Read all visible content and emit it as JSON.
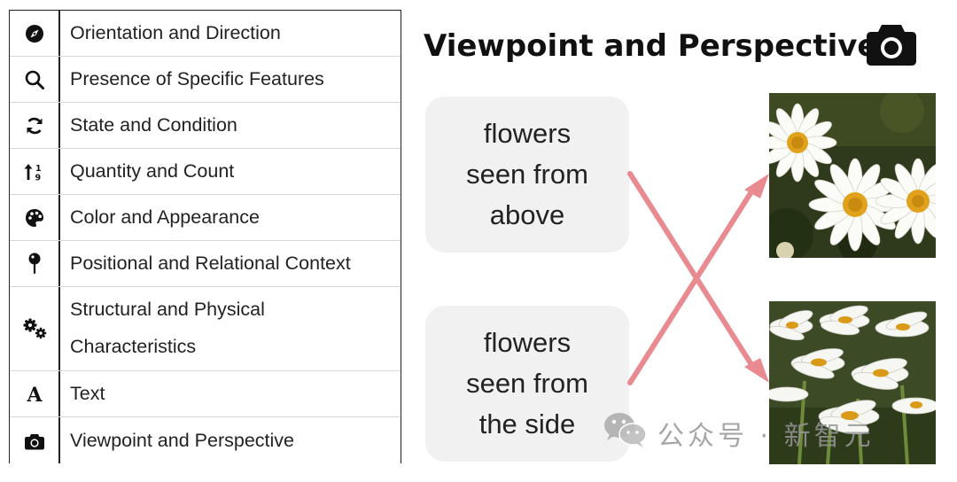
{
  "categories": [
    {
      "label": "Orientation and Direction",
      "icon": "compass-icon"
    },
    {
      "label": "Presence of Specific Features",
      "icon": "search-icon"
    },
    {
      "label": "State and Condition",
      "icon": "refresh-icon"
    },
    {
      "label": "Quantity and Count",
      "icon": "sort-numeric-icon"
    },
    {
      "label": "Color and Appearance",
      "icon": "palette-icon"
    },
    {
      "label": "Positional and Relational Context",
      "icon": "pin-icon"
    },
    {
      "label": "Structural and Physical\nCharacteristics",
      "icon": "gears-icon"
    },
    {
      "label": "Text",
      "icon": "font-icon"
    },
    {
      "label": "Viewpoint and Perspective",
      "icon": "camera-icon"
    }
  ],
  "example": {
    "title": "Viewpoint and Perspective",
    "title_icon": "camera-icon",
    "phrase_top": "flowers\nseen from\nabove",
    "phrase_bottom": "flowers\nseen from\nthe side",
    "photo_top": "daisy-flowers-top-view-photo",
    "photo_bottom": "daisy-flowers-side-view-photo",
    "arrow_color": "#e88a8f"
  },
  "watermark": {
    "icon": "wechat-icon",
    "text": "公众号 · 新智元"
  }
}
